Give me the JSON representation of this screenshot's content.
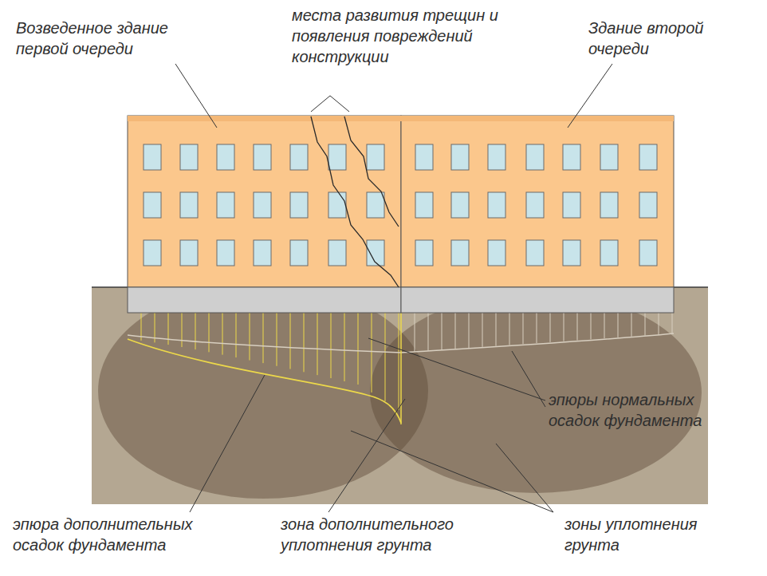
{
  "diagram": {
    "labels": [
      "Возведенное здание первой очереди",
      "места развития трещин и появления повреждений конструкции",
      "Здание второй очереди",
      "эпюры нормальных осадок фундамента",
      "эпюра дополнительных осадок фундамента",
      "зона дополнительного уплотнения грунта",
      "зоны уплотнения грунта"
    ]
  }
}
